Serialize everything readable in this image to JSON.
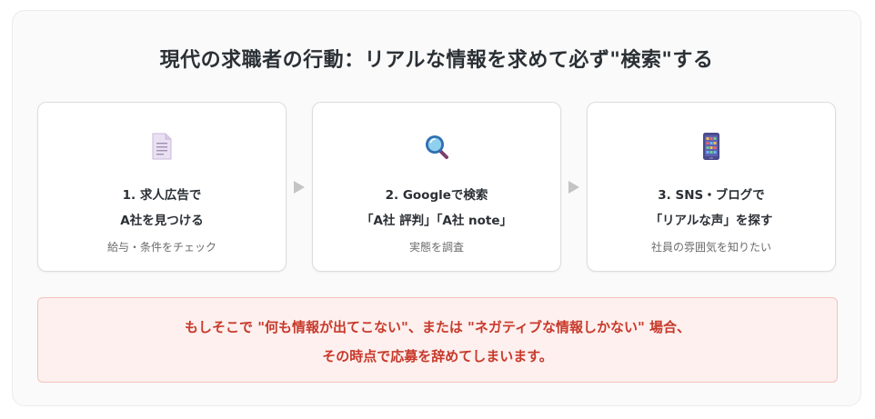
{
  "title": "現代の求職者の行動：リアルな情報を求めて必ず\"検索\"する",
  "steps": [
    {
      "icon": "document-icon",
      "line1": "1. 求人広告で",
      "line2": "A社を見つける",
      "note": "給与・条件をチェック"
    },
    {
      "icon": "magnifier-icon",
      "line1": "2. Googleで検索",
      "line2": "「A社 評判」「A社 note」",
      "note": "実態を調査"
    },
    {
      "icon": "smartphone-icon",
      "line1": "3. SNS・ブログで",
      "line2": "「リアルな声」を探す",
      "note": "社員の雰囲気を知りたい"
    }
  ],
  "alert": {
    "line1": "もしそこで \"何も情報が出てこない\"、または \"ネガティブな情報しかない\" 場合、",
    "line2": "その時点で応募を辞めてしまいます。"
  },
  "colors": {
    "title": "#2b3035",
    "alert_text": "#c8392b",
    "alert_bg": "#fdf0ee",
    "alert_border": "#f3c2bb",
    "arrow": "#c4c4c4"
  }
}
